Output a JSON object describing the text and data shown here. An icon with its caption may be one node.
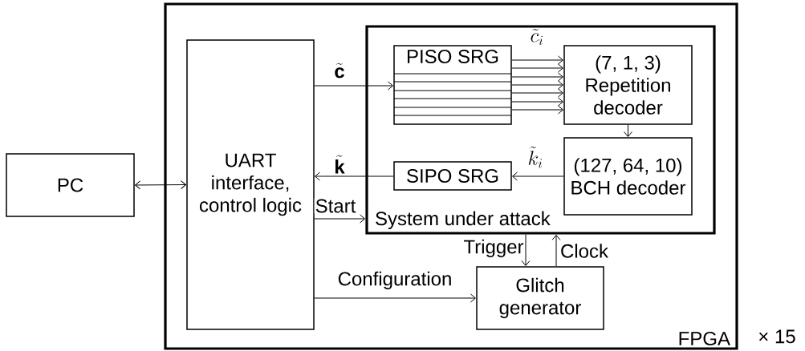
{
  "diagram": {
    "nodes": [
      {
        "text": [
          "PC"
        ]
      },
      {
        "text": [
          "FPGA"
        ],
        "beside": [
          "× 15"
        ]
      },
      {
        "text": [
          "UART interface, control logic"
        ],
        "in": 1
      },
      {
        "text": [
          "System under attack"
        ],
        "in": 1
      },
      {
        "text": [
          "PISO SRG"
        ],
        "in": 3
      },
      {
        "text": [
          "(7, 1, 3) Repetition decoder"
        ],
        "in": 3
      },
      {
        "text": [
          "SIPO SRG"
        ],
        "in": 3
      },
      {
        "text": [
          "(127, 64, 10) BCH decoder"
        ],
        "in": 3
      },
      {
        "text": [
          "Glitch generator"
        ],
        "in": 1
      }
    ],
    "edges": [
      {
        "from": 0,
        "to": 2,
        "arrow": "both"
      },
      {
        "from": 2,
        "to": 4,
        "arrow": "to",
        "label": "\\tilde{\\mathbf{c}}"
      },
      {
        "from": 4,
        "to": 5,
        "arrow": "to",
        "label": "\\tilde{c}_i"
      },
      {
        "from": 4,
        "to": 5,
        "arrow": "to"
      },
      {
        "from": 4,
        "to": 5,
        "arrow": "to"
      },
      {
        "from": 4,
        "to": 5,
        "arrow": "to"
      },
      {
        "from": 4,
        "to": 5,
        "arrow": "to"
      },
      {
        "from": 4,
        "to": 5,
        "arrow": "to"
      },
      {
        "from": 4,
        "to": 5,
        "arrow": "to"
      },
      {
        "from": 5,
        "to": 7,
        "arrow": "to"
      },
      {
        "from": 7,
        "to": 6,
        "arrow": "to",
        "label": "\\tilde{k}_i"
      },
      {
        "from": 6,
        "to": 2,
        "arrow": "to",
        "label": "\\tilde{\\mathbf{k}}"
      },
      {
        "from": 2,
        "to": 3,
        "arrow": "to",
        "label": "Start"
      },
      {
        "from": 3,
        "to": 8,
        "arrow": "to",
        "label": "Trigger"
      },
      {
        "from": 8,
        "to": 3,
        "arrow": "to",
        "label": "Clock"
      },
      {
        "from": 2,
        "to": 8,
        "arrow": "to",
        "label": "Configuration"
      }
    ]
  }
}
